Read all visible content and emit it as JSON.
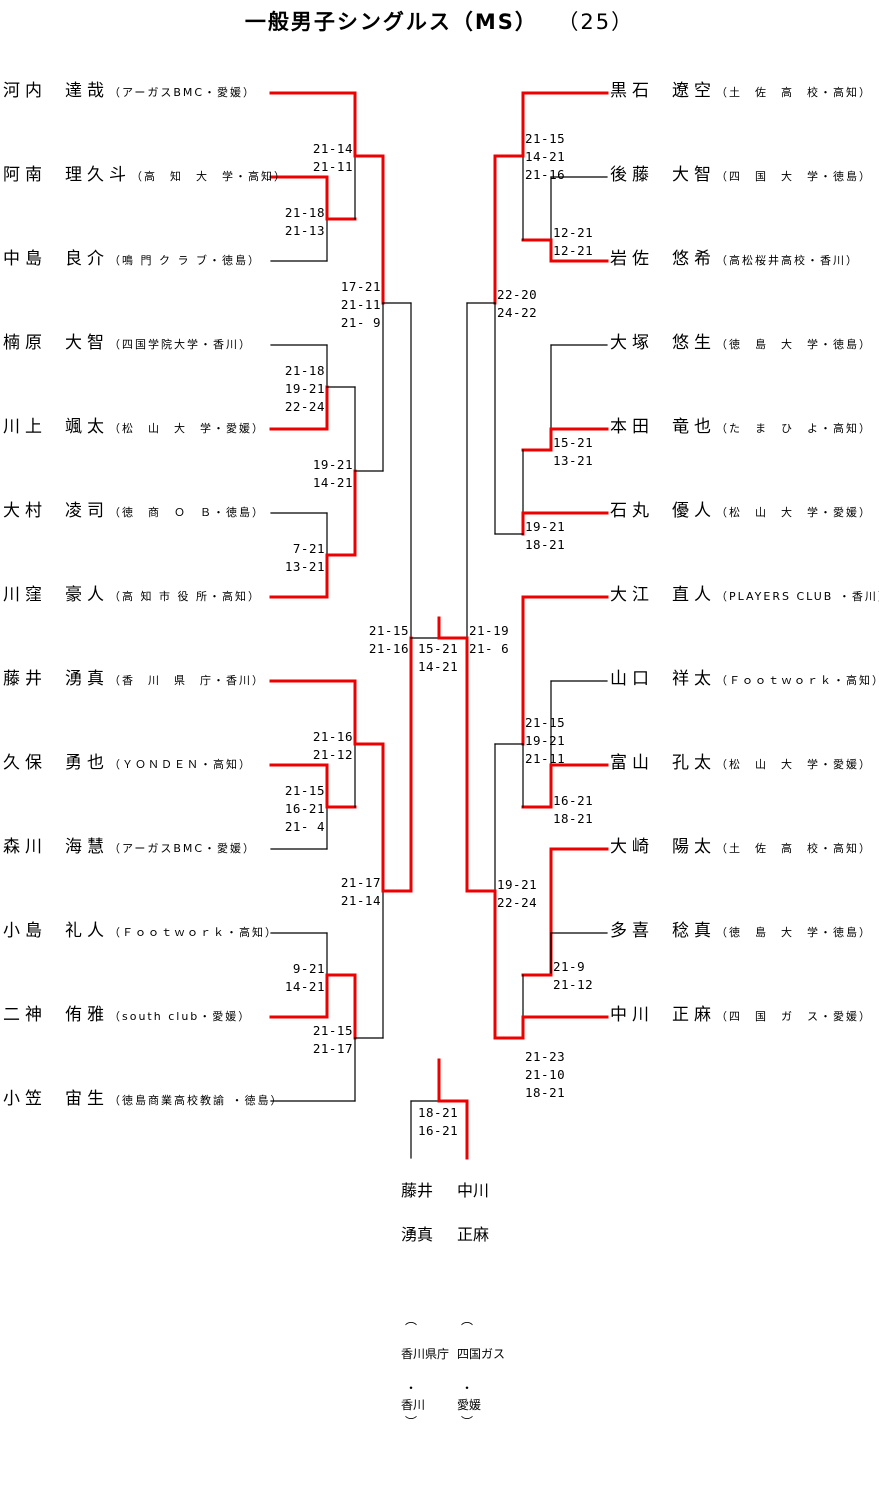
{
  "title": "一般男子シングルス（MS）",
  "entry_count": "（25）",
  "colors": {
    "winner_line": "#ee0000",
    "loser_line": "#000000"
  },
  "left_players": [
    {
      "family": "河内",
      "given": "達哉",
      "affiliation": "（アーガスBMC・愛媛）"
    },
    {
      "family": "阿南",
      "given": "理久斗",
      "affiliation": "（高　知　大　学・高知）"
    },
    {
      "family": "中島",
      "given": "良介",
      "affiliation": "（鳴 門 ク ラ ブ・徳島）"
    },
    {
      "family": "楠原",
      "given": "大智",
      "affiliation": "（四国学院大学・香川）"
    },
    {
      "family": "川上",
      "given": "颯太",
      "affiliation": "（松　山　大　学・愛媛）"
    },
    {
      "family": "大村",
      "given": "凌司",
      "affiliation": "（徳　商　Ｏ　Ｂ・徳島）"
    },
    {
      "family": "川窪",
      "given": "豪人",
      "affiliation": "（高 知 市 役 所・高知）"
    },
    {
      "family": "藤井",
      "given": "湧真",
      "affiliation": "（香　川　県　庁・香川）"
    },
    {
      "family": "久保",
      "given": "勇也",
      "affiliation": "（ＹＯＮＤＥＮ・高知）"
    },
    {
      "family": "森川",
      "given": "海慧",
      "affiliation": "（アーガスBMC・愛媛）"
    },
    {
      "family": "小島",
      "given": "礼人",
      "affiliation": "（Ｆｏｏｔｗｏｒｋ・高知）"
    },
    {
      "family": "二神",
      "given": "侑雅",
      "affiliation": "（south club・愛媛）"
    },
    {
      "family": "小笠",
      "given": "宙生",
      "affiliation": "（徳島商業高校教諭 ・徳島）"
    }
  ],
  "right_players": [
    {
      "family": "黒石",
      "given": "遼空",
      "affiliation": "（土　佐　高　校・高知）"
    },
    {
      "family": "後藤",
      "given": "大智",
      "affiliation": "（四　国　大　学・徳島）"
    },
    {
      "family": "岩佐",
      "given": "悠希",
      "affiliation": "（高松桜井高校・香川）"
    },
    {
      "family": "大塚",
      "given": "悠生",
      "affiliation": "（徳　島　大　学・徳島）"
    },
    {
      "family": "本田",
      "given": "竜也",
      "affiliation": "（た　ま　ひ　よ・高知）"
    },
    {
      "family": "石丸",
      "given": "優人",
      "affiliation": "（松　山　大　学・愛媛）"
    },
    {
      "family": "大江",
      "given": "直人",
      "affiliation": "（PLAYERS CLUB ・香川）"
    },
    {
      "family": "山口",
      "given": "祥太",
      "affiliation": "（Ｆｏｏｔｗｏｒｋ・高知）"
    },
    {
      "family": "富山",
      "given": "孔太",
      "affiliation": "（松　山　大　学・愛媛）"
    },
    {
      "family": "大崎",
      "given": "陽太",
      "affiliation": "（土　佐　高　校・高知）"
    },
    {
      "family": "多喜",
      "given": "稔真",
      "affiliation": "（徳　島　大　学・徳島）"
    },
    {
      "family": "中川",
      "given": "正麻",
      "affiliation": "（四　国　ガ　ス・愛媛）"
    }
  ],
  "scores": {
    "L_r1_a": "21-18\n21-13",
    "L_r2_a": "21-14\n21-11",
    "L_r1_b": "21-18\n19-21\n22-24",
    "L_r1_c": "7-21\n13-21",
    "L_r2_b": "19-21\n14-21",
    "L_r3_a": "17-21\n21-11\n21- 9",
    "L_r1_d": "21-15\n16-21\n21- 4",
    "L_r2_c": "21-16\n21-12",
    "L_r1_e": "9-21\n14-21",
    "L_r2_d": "21-15\n21-17",
    "L_r3_b": "21-17\n21-14",
    "L_sf": "21-15\n21-16",
    "final": "15-21\n14-21",
    "R_sf": "21-19\n21- 6",
    "R_r2_a": "21-15\n14-21\n21-16",
    "R_r1_a": "12-21\n12-21",
    "R_r3_a": "22-20\n24-22",
    "R_r1_b": "15-21\n13-21",
    "R_r2_b": "19-21\n18-21",
    "R_r2_c": "21-15\n19-21\n21-11",
    "R_r1_c": "16-21\n18-21",
    "R_r3_b": "19-21\n22-24",
    "R_r1_d": "21-9\n21-12",
    "R_r2_d": "21-23\n21-10\n18-21",
    "bottom_final": "18-21\n16-21"
  },
  "final_vertical": {
    "left": {
      "name": "藤井\n\n湧真",
      "affiliation": "︵\n\n香川県庁\n\n・\n香川\n︶"
    },
    "right": {
      "name": "中川\n\n正麻",
      "affiliation": "︵\n\n四国ガス\n\n・\n愛媛\n︶"
    }
  }
}
